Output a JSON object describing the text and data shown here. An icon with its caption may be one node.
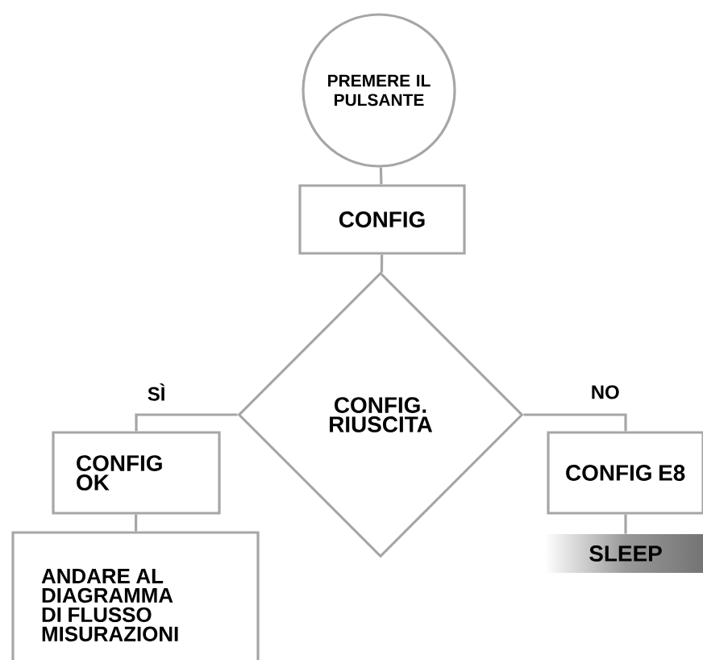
{
  "diagram": {
    "nodes": [
      {
        "text": [
          "PREMERE IL PULSANTE"
        ]
      },
      {
        "text": [
          "CONFIG"
        ]
      },
      {
        "text": [
          "CONFIG. RIUSCITA"
        ]
      },
      {
        "text": [
          "CONFIG OK"
        ]
      },
      {
        "text": [
          "ANDARE AL DIAGRAMMA DI FLUSSO MISURAZIONI"
        ]
      },
      {
        "text": [
          "CONFIG E8"
        ]
      },
      {
        "text": [
          "SLEEP"
        ]
      }
    ],
    "edges": [
      {
        "from": 0,
        "to": 1,
        "arrow": "none"
      },
      {
        "from": 1,
        "to": 2,
        "arrow": "none"
      },
      {
        "from": 2,
        "to": 3,
        "arrow": "none",
        "label": "SÌ"
      },
      {
        "from": 2,
        "to": 5,
        "arrow": "none",
        "label": "NO"
      },
      {
        "from": 3,
        "to": 4,
        "arrow": "none"
      },
      {
        "from": 5,
        "to": 6,
        "arrow": "none"
      }
    ]
  }
}
